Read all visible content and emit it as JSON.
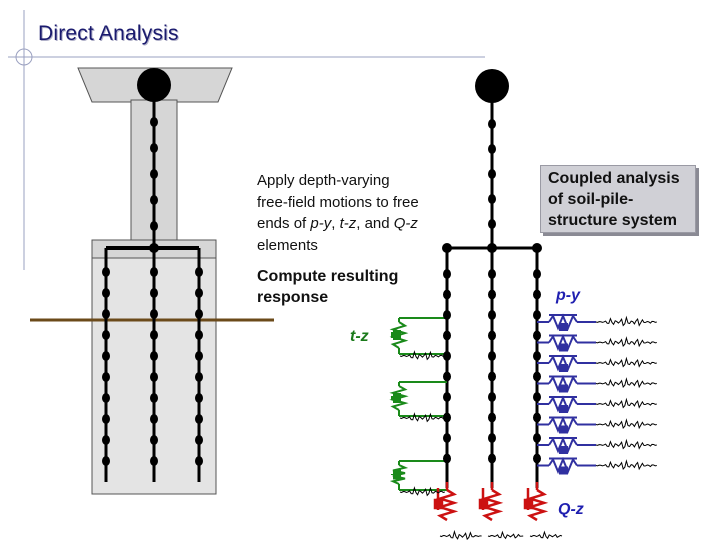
{
  "title": "Direct Analysis",
  "apply_text": {
    "line1": "Apply   depth-varying",
    "line2": "free-field motions to free",
    "line3_parts": [
      "ends of ",
      "p-y",
      ", ",
      "t-z",
      ", and ",
      "Q-z"
    ],
    "line4": "elements"
  },
  "compute_text": [
    "Compute resulting",
    "response"
  ],
  "coupled_text": [
    "Coupled analysis",
    "of soil-pile-",
    "structure system"
  ],
  "labels": {
    "py": "p-y",
    "tz": "t-z",
    "qz": "Q-z"
  },
  "colors": {
    "title": "#1a1a6e",
    "ground_line": "#6b4a1a",
    "pile": "#000000",
    "t_z_springs": "#1a8a1a",
    "p_y_springs": "#3030a0",
    "q_z_springs": "#cc1111",
    "coupled_box": "#d0d0d6"
  },
  "icons": [
    "frame-corner-circle-icon",
    "pile-cap-icon",
    "mass-node-icon",
    "spring-icon",
    "ground-motion-icon"
  ]
}
